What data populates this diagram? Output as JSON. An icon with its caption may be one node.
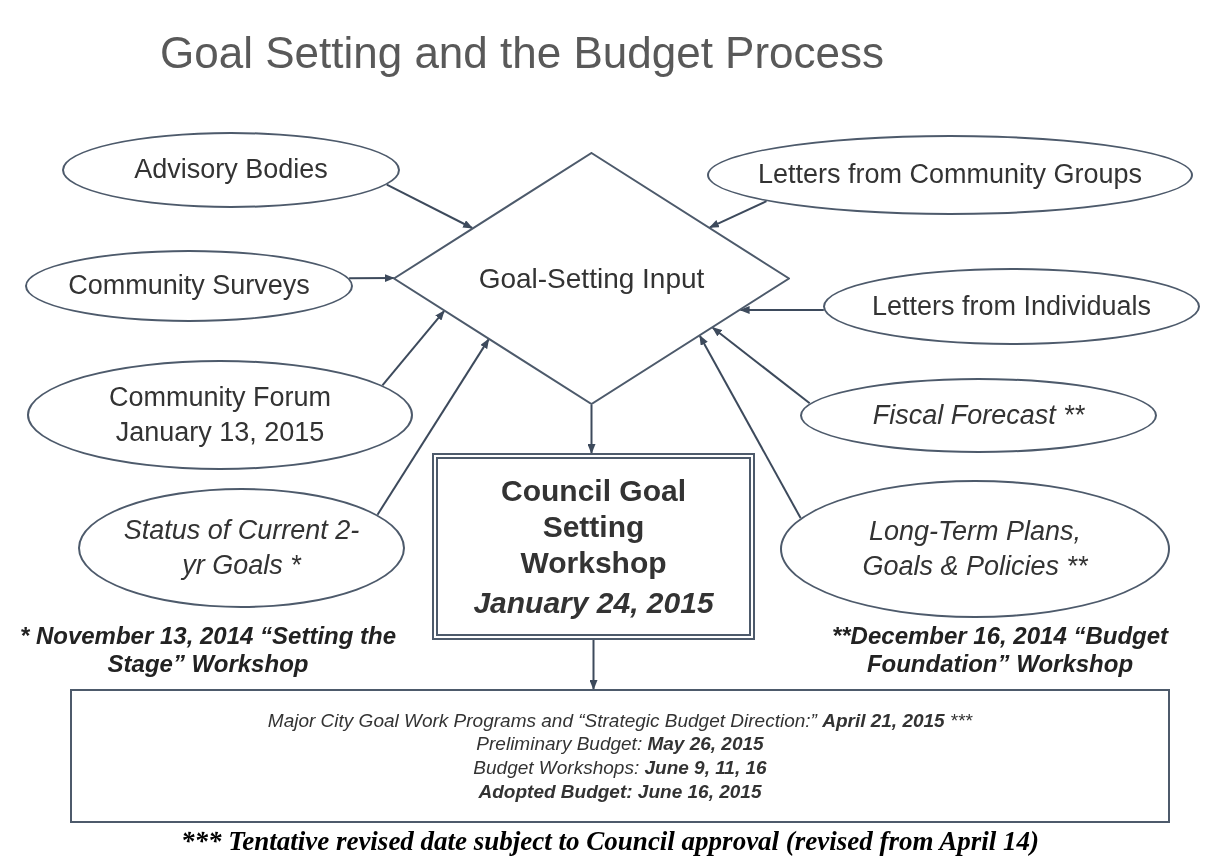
{
  "diagram": {
    "title": "Goal Setting and the Budget Process",
    "nodes": [
      {
        "text": [
          "Goal-Setting Input"
        ]
      },
      {
        "text": [
          "Advisory Bodies"
        ]
      },
      {
        "text": [
          "Letters from Community Groups"
        ]
      },
      {
        "text": [
          "Community Surveys"
        ]
      },
      {
        "text": [
          "Letters from Individuals"
        ]
      },
      {
        "text": [
          "Community Forum January 13, 2015"
        ]
      },
      {
        "text": [
          "Fiscal Forecast **"
        ]
      },
      {
        "text": [
          "Status of Current 2-yr Goals *"
        ]
      },
      {
        "text": [
          "Long-Term Plans, Goals & Policies **"
        ]
      },
      {
        "text": [
          "Council Goal Setting Workshop",
          "January 24, 2015"
        ]
      },
      {
        "text": [
          "Major City Goal Work Programs and “Strategic Budget Direction:” **April 21, 2015** ***",
          "Preliminary Budget: **May 26, 2015**",
          "Budget Workshops: **June 9, 11, 16**",
          "**Adopted Budget: June 16, 2015**"
        ]
      }
    ],
    "edges": [
      {
        "from": 1,
        "to": 0,
        "arrow": "to"
      },
      {
        "from": 2,
        "to": 0,
        "arrow": "to"
      },
      {
        "from": 3,
        "to": 0,
        "arrow": "to"
      },
      {
        "from": 4,
        "to": 0,
        "arrow": "to"
      },
      {
        "from": 5,
        "to": 0,
        "arrow": "to"
      },
      {
        "from": 6,
        "to": 0,
        "arrow": "to"
      },
      {
        "from": 7,
        "to": 0,
        "arrow": "to"
      },
      {
        "from": 8,
        "to": 0,
        "arrow": "to"
      },
      {
        "from": 0,
        "to": 9,
        "arrow": "to"
      },
      {
        "from": 9,
        "to": 10,
        "arrow": "to"
      }
    ],
    "labels": [
      "* November 13, 2014 “Setting the Stage” Workshop",
      "**December 16, 2014 “Budget Foundation” Workshop",
      "*** Tentative revised date subject to Council approval (revised from April 14)"
    ]
  }
}
